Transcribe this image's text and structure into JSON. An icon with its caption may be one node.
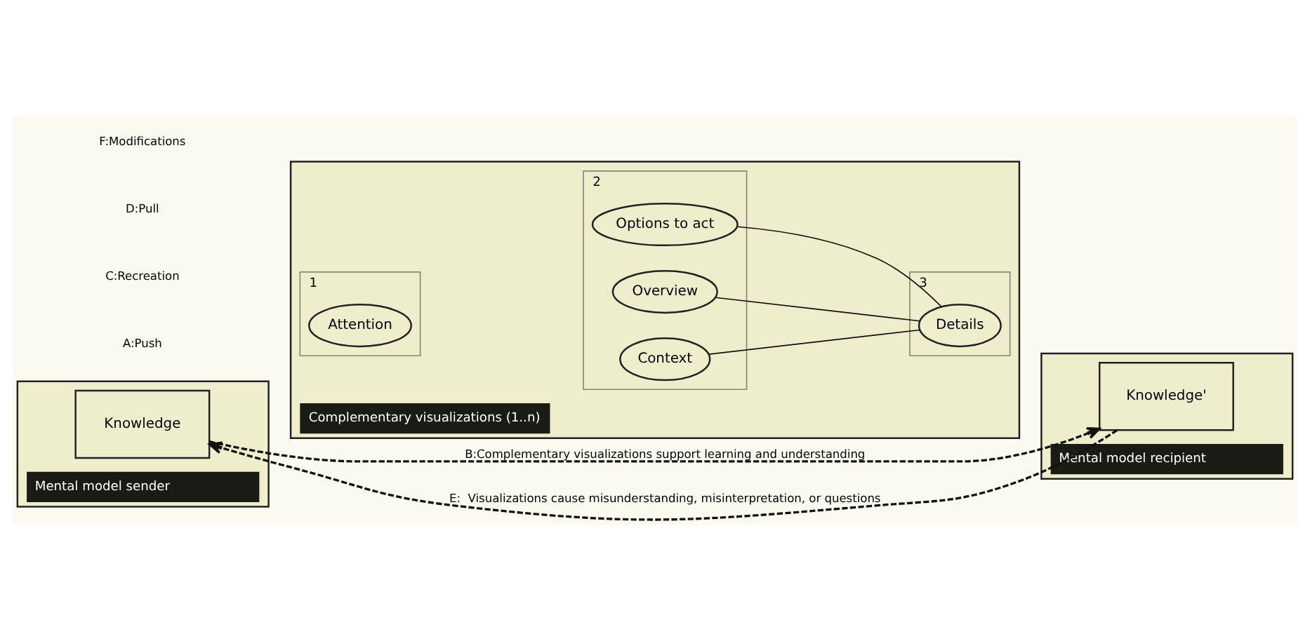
{
  "diagram": {
    "nodes": [
      {
        "text": [
          "Mental model sender"
        ]
      },
      {
        "text": [
          "Knowledge"
        ],
        "in": 0
      },
      {
        "text": [
          "Complementary visualizations (1..n)"
        ]
      },
      {
        "text": [
          "1"
        ],
        "in": 2
      },
      {
        "text": [
          "Attention"
        ],
        "in": 3
      },
      {
        "text": [
          "2"
        ],
        "in": 2
      },
      {
        "text": [
          "Context"
        ],
        "in": 5
      },
      {
        "text": [
          "Overview"
        ],
        "in": 5
      },
      {
        "text": [
          "Options to act"
        ],
        "in": 5
      },
      {
        "text": [
          "3"
        ],
        "in": 2
      },
      {
        "text": [
          "Details"
        ],
        "in": 9
      },
      {
        "text": [
          "Mental model recipient"
        ]
      },
      {
        "text": [
          "Knowledge'"
        ],
        "in": 11
      }
    ],
    "edges": [
      {
        "from": 1,
        "to": 12,
        "arrow": "to",
        "style": "dashed",
        "label": "B:Complementary visualizations support learning and understanding"
      },
      {
        "from": 12,
        "to": 1,
        "arrow": "to",
        "style": "dashed",
        "label": "E:  Visualizations cause misunderstanding, misinterpretation, or questions"
      },
      {
        "from": 6,
        "to": 10,
        "arrow": "none"
      },
      {
        "from": 7,
        "to": 10,
        "arrow": "none"
      },
      {
        "from": 8,
        "to": 10,
        "arrow": "none"
      }
    ],
    "labels": [
      "A:Push",
      "C:Recreation",
      "D:Pull",
      "F:Modifications"
    ]
  }
}
